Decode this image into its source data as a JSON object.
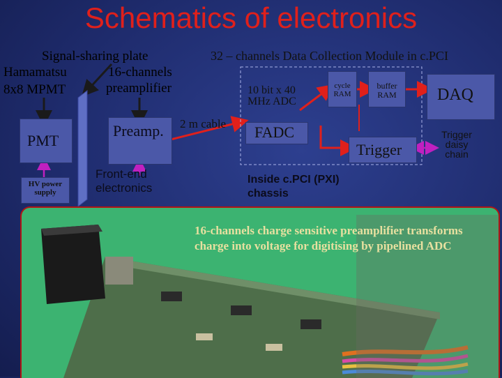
{
  "title": "Schematics of electronics",
  "left_labels": {
    "signal_sharing": "Signal-sharing plate",
    "hamamatsu": "Hamamatsu",
    "sixteen_ch": "16-channels",
    "mpmt": "8x8 MPMT",
    "preamplifier": "preamplifier"
  },
  "blocks": {
    "pmt": "PMT",
    "preamp": "Preamp.",
    "hv_power": "HV power supply",
    "front_end": "Front-end electronics",
    "cable": "2 m cable"
  },
  "module": {
    "title": "32 – channels Data Collection Module in c.PCI",
    "adc_spec": "10 bit x 40 MHz ADC",
    "cycle_ram": "cycle RAM",
    "buffer_ram": "buffer RAM",
    "daq": "DAQ",
    "fadc": "FADC",
    "trigger": "Trigger",
    "trigger_chain": "Trigger daisy chain",
    "inside": "Inside c.PCI (PXI) chassis"
  },
  "photo_caption": "16-channels charge sensitive preamplifier transforms charge into voltage for digitising by pipelined ADC",
  "colors": {
    "title": "#e0201b",
    "box": "#4b58a8",
    "arrow_red": "#e0201b",
    "arrow_magenta": "#c020c0",
    "panel_green": "#3cb371",
    "caption": "#e8e0a0"
  }
}
